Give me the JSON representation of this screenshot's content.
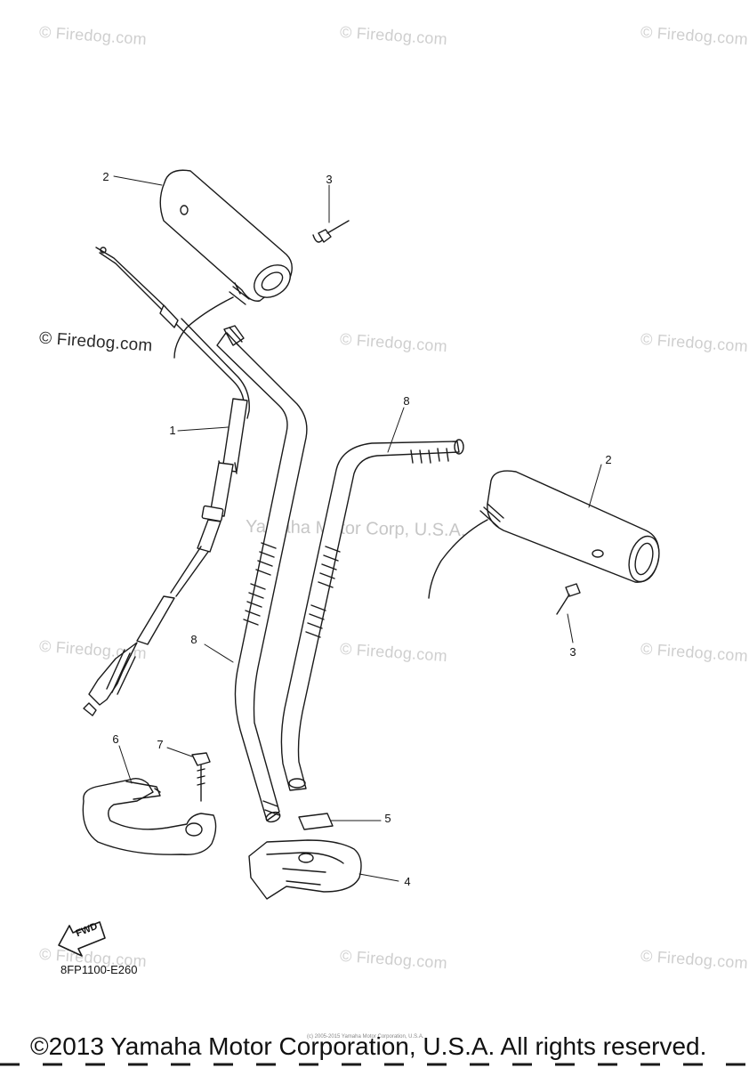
{
  "watermarks": {
    "small": "© Firedog.com",
    "prominent": "© Firedog.com",
    "center": "Yamaha Motor Corp, U.S.A."
  },
  "callouts": [
    "1",
    "2",
    "3",
    "2",
    "3",
    "4",
    "5",
    "6",
    "7",
    "8",
    "8"
  ],
  "fwd_label": "FWD",
  "drawing_code": "8FP1100-E260",
  "tiny_note": "(c) 2005-2015 Yamaha Motor Corporation, U.S.A.",
  "copyright": "©2013 Yamaha Motor Corporation, U.S.A. All rights reserved.",
  "colors": {
    "line": "#1a1a1a",
    "watermark": "#cfcfcf"
  }
}
